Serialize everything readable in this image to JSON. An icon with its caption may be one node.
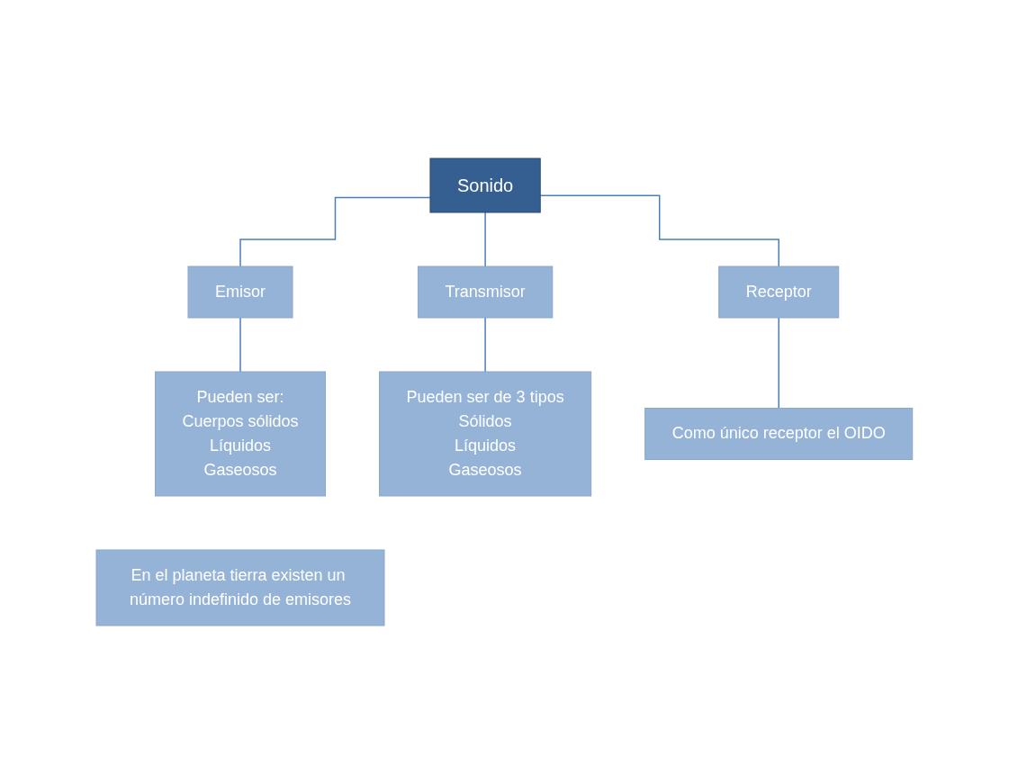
{
  "diagram": {
    "nodes": [
      {
        "text": [
          "Sonido"
        ]
      },
      {
        "text": [
          "Emisor"
        ]
      },
      {
        "text": [
          "Transmisor"
        ]
      },
      {
        "text": [
          "Receptor"
        ]
      },
      {
        "text": [
          "Pueden ser:",
          "Cuerpos sólidos",
          "Líquidos",
          "Gaseosos"
        ]
      },
      {
        "text": [
          "Pueden ser de 3 tipos",
          "Sólidos",
          "Líquidos",
          "Gaseosos"
        ]
      },
      {
        "text": [
          "Como único receptor el OIDO"
        ]
      },
      {
        "text": [
          "En el planeta tierra existen un número indefinido de emisores"
        ]
      }
    ],
    "edges": [
      {
        "from": 0,
        "to": 1,
        "arrow": "none"
      },
      {
        "from": 0,
        "to": 2,
        "arrow": "none"
      },
      {
        "from": 0,
        "to": 3,
        "arrow": "none"
      },
      {
        "from": 1,
        "to": 4,
        "arrow": "none"
      },
      {
        "from": 2,
        "to": 5,
        "arrow": "none"
      },
      {
        "from": 3,
        "to": 6,
        "arrow": "none"
      }
    ]
  }
}
